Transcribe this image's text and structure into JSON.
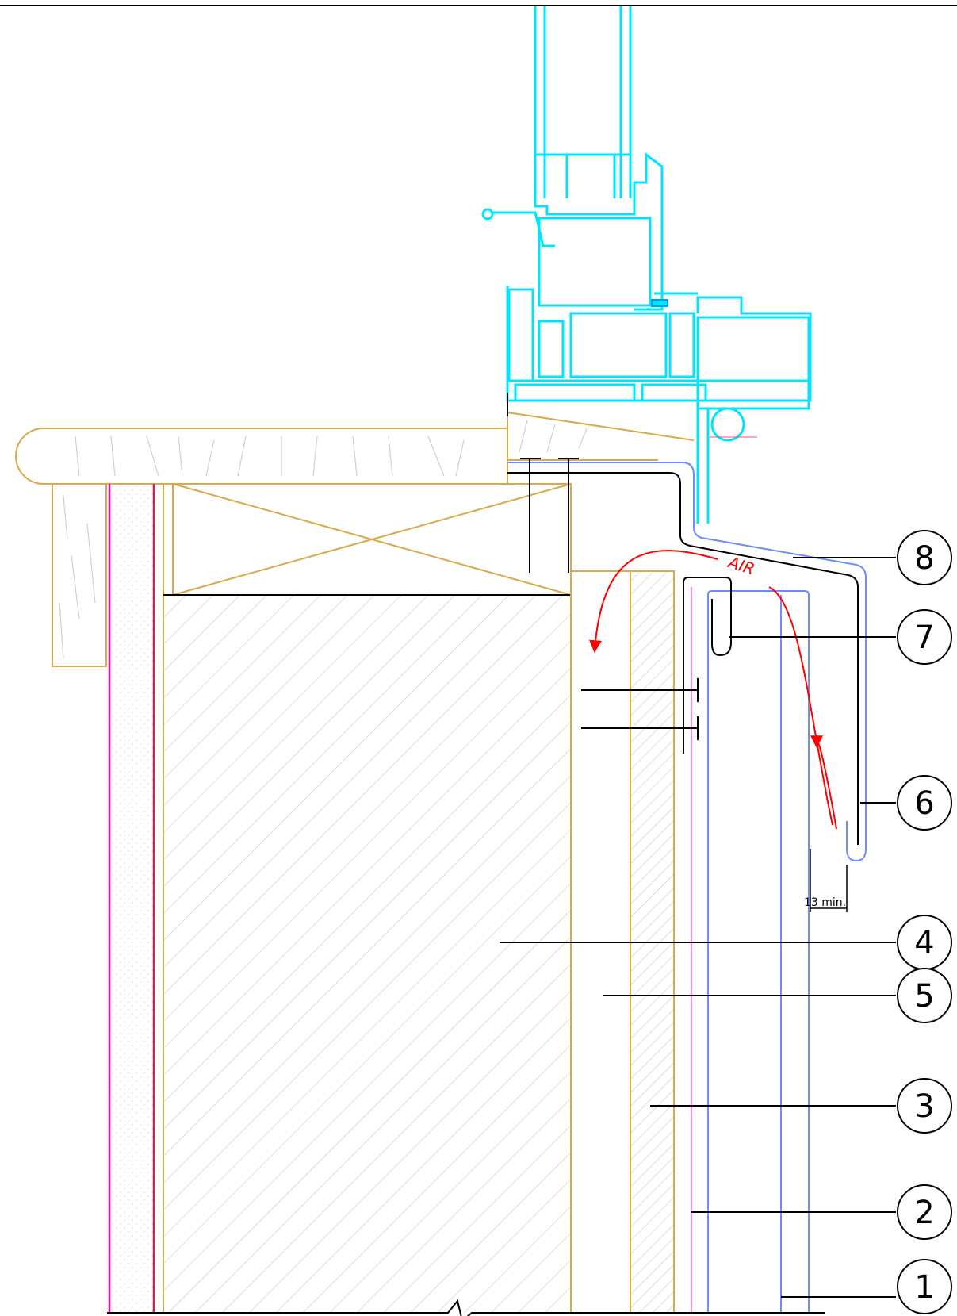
{
  "air_label": "AIR",
  "dimension_label": "13 min.",
  "callouts": [
    "8",
    "7",
    "6",
    "4",
    "5",
    "3",
    "2",
    "1"
  ],
  "colors": {
    "window_frame": "#00e5ff",
    "wood": "#d9a94a",
    "blue_layer": "#6f8cff",
    "magenta": "#ff00aa",
    "air_arrow": "#ff0000",
    "line": "#000000"
  }
}
